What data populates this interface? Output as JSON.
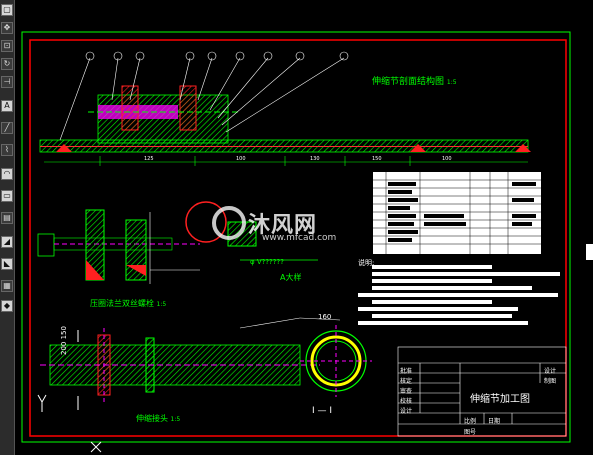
{
  "toolbar": {
    "icons": [
      "select-icon",
      "move-icon",
      "pan-icon",
      "rotate-icon",
      "trim-icon",
      "text-icon",
      "line-icon",
      "polyline-icon",
      "arc-icon",
      "rectangle-icon",
      "hatch-icon",
      "dimension-icon",
      "layer-icon",
      "block-icon",
      "view-3d-icon"
    ]
  },
  "drawing": {
    "section_title": "伸缩节剖面结构图",
    "section_scale": "1:5",
    "detail_title": "压圈法兰双丝螺栓",
    "detail_scale": "1:5",
    "joint_title": "伸缩接头",
    "joint_scale": "1:5",
    "detail_a_label": "A大样",
    "detail_a_note": "φ V??????",
    "section_mark": "I — I",
    "pipe_dim": "200 150",
    "flange_dim": "160",
    "notes_heading": "说明:",
    "dims": [
      "125",
      "100",
      "130",
      "150",
      "100"
    ]
  },
  "title_block": {
    "drawing_title": "伸缩节加工图",
    "rows": [
      "批准",
      "核定",
      "审查",
      "校核",
      "设计"
    ],
    "right_rows": [
      "设计",
      "制图"
    ],
    "scale_label": "比例",
    "date_label": "日期",
    "drawing_no_label": "图号"
  },
  "watermark": {
    "brand": "沐风网",
    "url": "www.mfcad.com"
  },
  "colors": {
    "background": "#000000",
    "frame": "#ff0000",
    "outer_frame": "#00ff00",
    "hatch": "#00ff00",
    "bolt": "#ff00ff",
    "text": "#ffffff"
  }
}
